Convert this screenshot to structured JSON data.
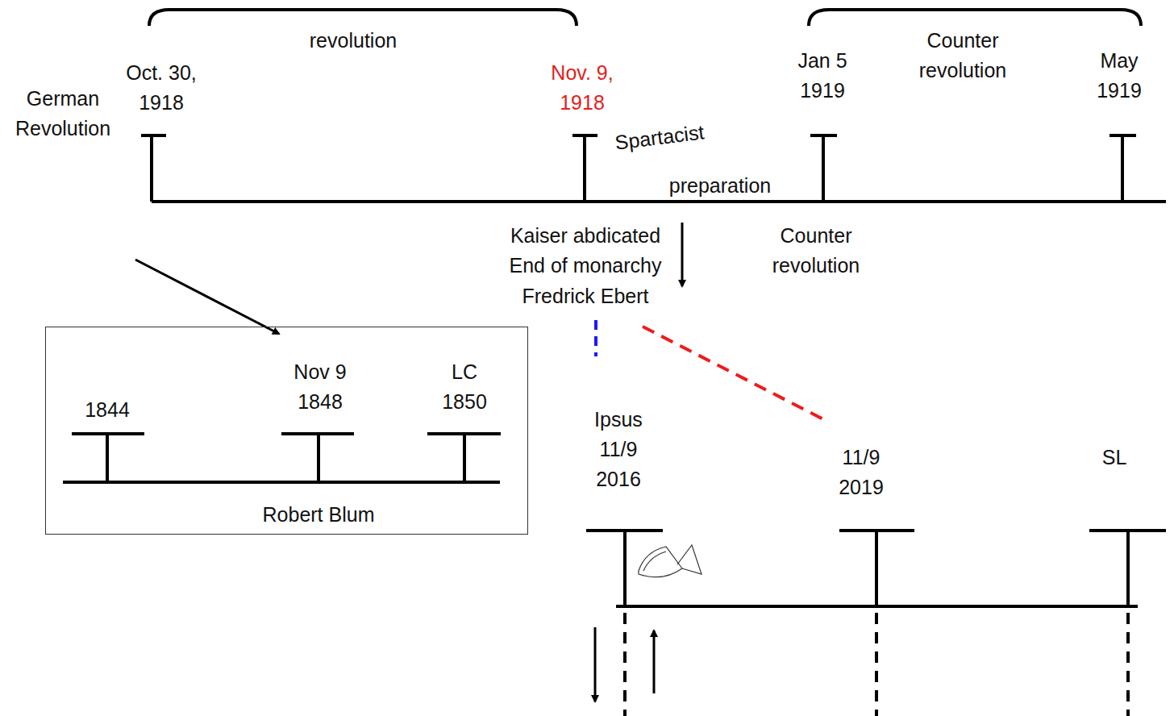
{
  "diagram": {
    "nodes": [
      {
        "text": [
          "1844",
          "Nov 9 1848",
          "LC 1850",
          "Robert Blum"
        ]
      }
    ],
    "labels": [
      "revolution",
      "Oct. 30, 1918",
      "German Revolution",
      "Nov. 9, 1918",
      "Spartacist",
      "preparation",
      "Jan 5 1919",
      "Counter revolution",
      "May 1919",
      "Kaiser abdicated",
      "End of monarchy",
      "Fredrick Ebert",
      "Counter revolution",
      "Ipsus 11/9 2016",
      "11/9 2019",
      "SL"
    ]
  }
}
